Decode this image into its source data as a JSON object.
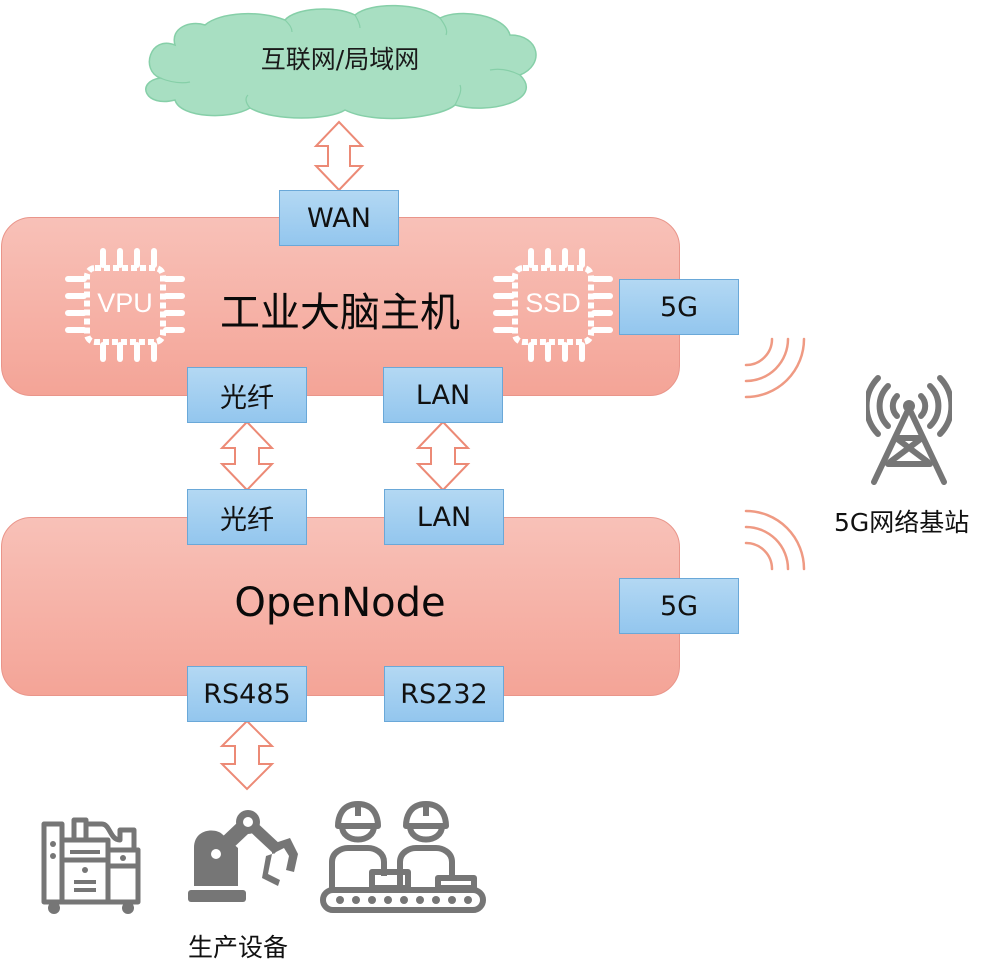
{
  "colors": {
    "cloud_fill": "#a8dfc2",
    "cloud_stroke": "#7fc9a3",
    "host_fill_top": "#f8c1b8",
    "host_fill_bottom": "#f4a497",
    "port_fill": "#a3cff1",
    "port_stroke": "#6aa8d8",
    "arrow_stroke": "#ec8a76",
    "signal_stroke": "#ef9a83",
    "icon_gray": "#767676"
  },
  "cloud": {
    "label": "互联网/局域网"
  },
  "brain_host": {
    "title": "工业大脑主机",
    "chips": [
      {
        "label": "VPU"
      },
      {
        "label": "SSD"
      }
    ],
    "ports": {
      "wan": "WAN",
      "fiber": "光纤",
      "lan": "LAN",
      "5g": "5G"
    }
  },
  "opennode": {
    "title": "OpenNode",
    "ports": {
      "fiber": "光纤",
      "lan": "LAN",
      "5g": "5G",
      "rs485": "RS485",
      "rs232": "RS232"
    }
  },
  "base_station": {
    "label": "5G网络基站"
  },
  "devices": {
    "label": "生产设备",
    "icons": [
      "cnc-machine-icon",
      "robot-arm-icon",
      "assembly-line-workers-icon"
    ]
  }
}
